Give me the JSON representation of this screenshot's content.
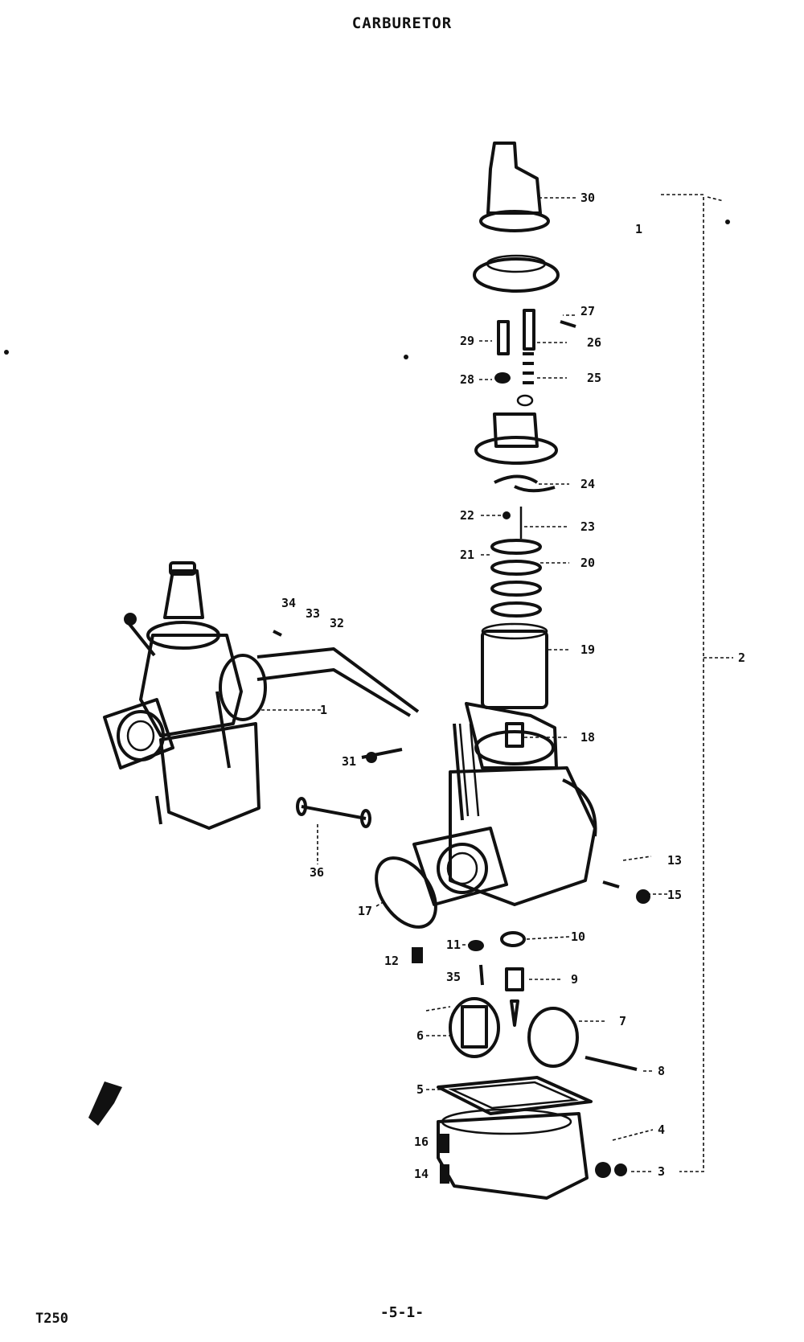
{
  "title": "CARBURETOR",
  "model": "T250",
  "page_number": "-5-1-",
  "callouts": [
    {
      "id": "c30",
      "label": "30"
    },
    {
      "id": "c1-top",
      "label": "1"
    },
    {
      "id": "c27",
      "label": "27"
    },
    {
      "id": "c29",
      "label": "29"
    },
    {
      "id": "c26",
      "label": "26"
    },
    {
      "id": "c28",
      "label": "28"
    },
    {
      "id": "c25",
      "label": "25"
    },
    {
      "id": "c24",
      "label": "24"
    },
    {
      "id": "c22",
      "label": "22"
    },
    {
      "id": "c23",
      "label": "23"
    },
    {
      "id": "c21",
      "label": "21"
    },
    {
      "id": "c20",
      "label": "20"
    },
    {
      "id": "c19",
      "label": "19"
    },
    {
      "id": "c2",
      "label": "2"
    },
    {
      "id": "c34",
      "label": "34"
    },
    {
      "id": "c33",
      "label": "33"
    },
    {
      "id": "c32",
      "label": "32"
    },
    {
      "id": "c1",
      "label": "1"
    },
    {
      "id": "c18",
      "label": "18"
    },
    {
      "id": "c31",
      "label": "31"
    },
    {
      "id": "c36",
      "label": "36"
    },
    {
      "id": "c13",
      "label": "13"
    },
    {
      "id": "c15",
      "label": "15"
    },
    {
      "id": "c17",
      "label": "17"
    },
    {
      "id": "c10",
      "label": "10"
    },
    {
      "id": "c11",
      "label": "11"
    },
    {
      "id": "c12",
      "label": "12"
    },
    {
      "id": "c35",
      "label": "35"
    },
    {
      "id": "c9",
      "label": "9"
    },
    {
      "id": "c7",
      "label": "7"
    },
    {
      "id": "c6",
      "label": "6"
    },
    {
      "id": "c8",
      "label": "8"
    },
    {
      "id": "c5",
      "label": "5"
    },
    {
      "id": "c4",
      "label": "4"
    },
    {
      "id": "c16",
      "label": "16"
    },
    {
      "id": "c3",
      "label": "3"
    },
    {
      "id": "c14",
      "label": "14"
    }
  ]
}
